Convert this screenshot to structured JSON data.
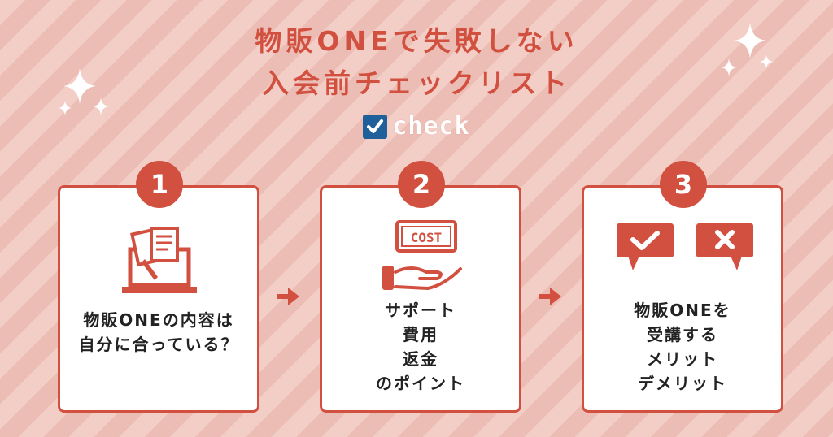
{
  "title": {
    "line1": "物販ONEで失敗しない",
    "line2": "入会前チェックリスト",
    "check_label": "check"
  },
  "steps": [
    {
      "number": "1",
      "lines": [
        "物販ONEの内容は",
        "自分に合っている？"
      ]
    },
    {
      "number": "2",
      "cost_label": "COST",
      "lines": [
        "サポート",
        "費用",
        "返金",
        "のポイント"
      ]
    },
    {
      "number": "3",
      "lines": [
        "物販ONEを",
        "受講する",
        "メリット",
        "デメリット"
      ]
    }
  ],
  "colors": {
    "accent": "#d2503f",
    "background": "#f2cbc4",
    "card": "#ffffff",
    "checkbox": "#1f5f9a"
  },
  "icons": [
    "sparkle-icon",
    "checkbox-icon",
    "laptop-documents-icon",
    "cost-hand-icon",
    "check-bubble-icon",
    "cross-bubble-icon",
    "arrow-right-icon"
  ]
}
